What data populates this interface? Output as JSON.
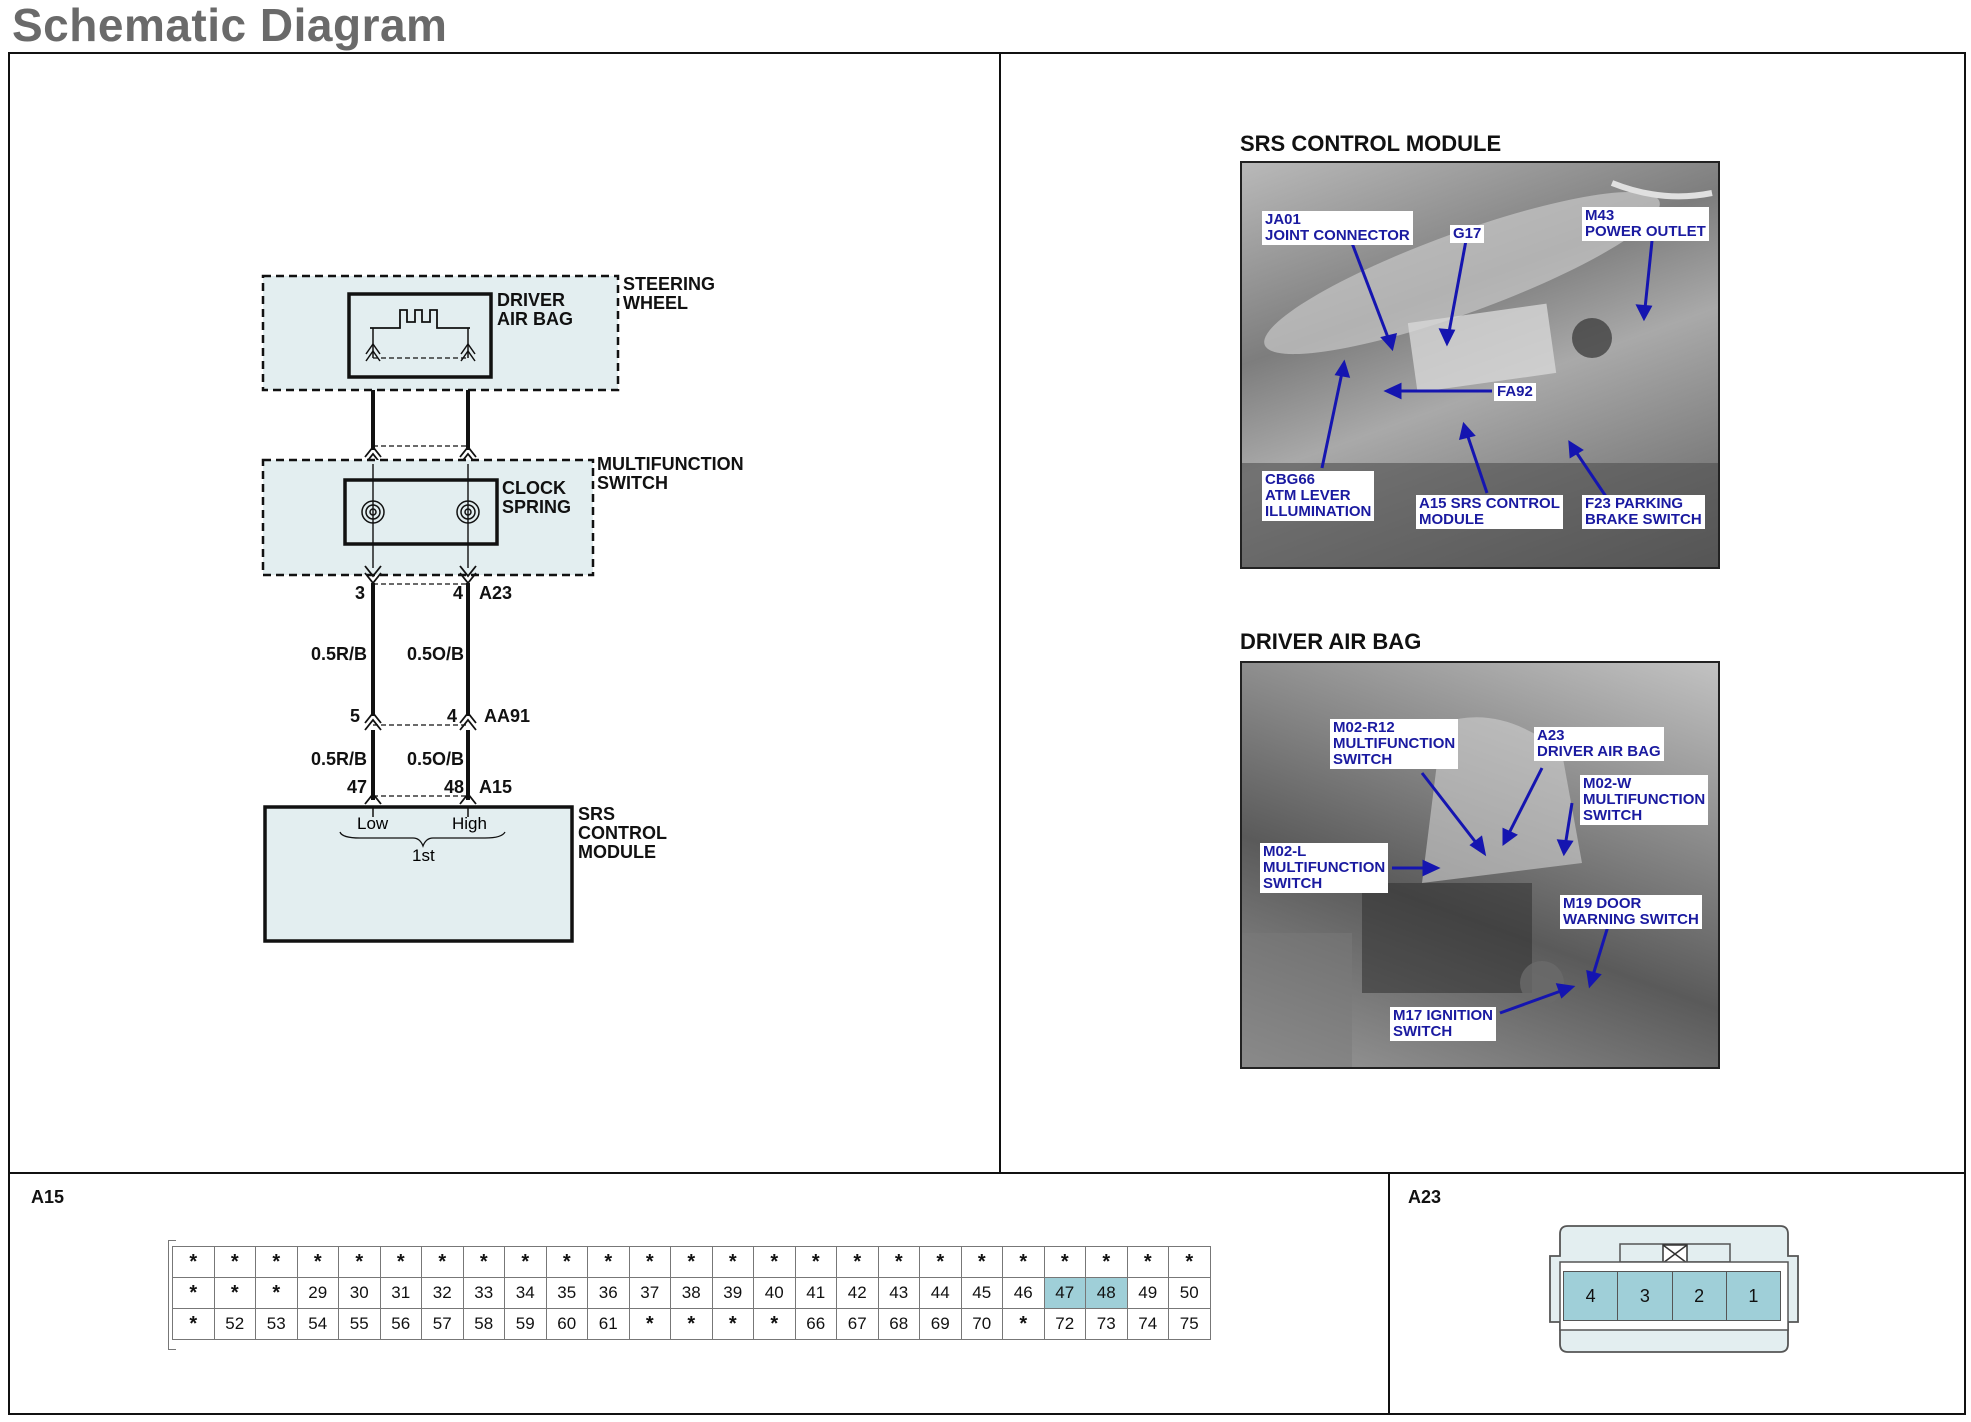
{
  "page_title": "Schematic Diagram",
  "schematic": {
    "steering_wheel_label": "STEERING\nWHEEL",
    "driver_air_bag_label": "DRIVER\nAIR BAG",
    "multifunction_switch_label": "MULTIFUNCTION\nSWITCH",
    "clock_spring_label": "CLOCK\nSPRING",
    "pin_a23_left": "3",
    "pin_a23_right": "4",
    "connector_a23": "A23",
    "wire_left_upper": "0.5R/B",
    "wire_right_upper": "0.5O/B",
    "pin_aa91_left": "5",
    "pin_aa91_right": "4",
    "connector_aa91": "AA91",
    "wire_left_lower": "0.5R/B",
    "wire_right_lower": "0.5O/B",
    "pin_a15_left": "47",
    "pin_a15_right": "48",
    "connector_a15": "A15",
    "srs_module_label": "SRS\nCONTROL\nMODULE",
    "low_label": "Low",
    "high_label": "High",
    "first_label": "1st"
  },
  "photos": {
    "srs": {
      "title": "SRS CONTROL MODULE",
      "callouts": [
        "JA01\nJOINT CONNECTOR",
        "G17",
        "M43\nPOWER OUTLET",
        "FA92",
        "CBG66\nATM LEVER\nILLUMINATION",
        "A15 SRS CONTROL\nMODULE",
        "F23 PARKING\nBRAKE SWITCH"
      ]
    },
    "airbag": {
      "title": "DRIVER AIR BAG",
      "callouts": [
        "M02-R12\nMULTIFUNCTION\nSWITCH",
        "A23\nDRIVER AIR BAG",
        "M02-W\nMULTIFUNCTION\nSWITCH",
        "M02-L\nMULTIFUNCTION\nSWITCH",
        "M19 DOOR\nWARNING SWITCH",
        "M17 IGNITION\nSWITCH"
      ]
    }
  },
  "connector_a15": {
    "label": "A15",
    "rows": [
      [
        "*",
        "*",
        "*",
        "*",
        "*",
        "*",
        "*",
        "*",
        "*",
        "*",
        "*",
        "*",
        "*",
        "*",
        "*",
        "*",
        "*",
        "*",
        "*",
        "*",
        "*",
        "*",
        "*",
        "*",
        "*"
      ],
      [
        "*",
        "*",
        "*",
        "29",
        "30",
        "31",
        "32",
        "33",
        "34",
        "35",
        "36",
        "37",
        "38",
        "39",
        "40",
        "41",
        "42",
        "43",
        "44",
        "45",
        "46",
        "47",
        "48",
        "49",
        "50"
      ],
      [
        "*",
        "52",
        "53",
        "54",
        "55",
        "56",
        "57",
        "58",
        "59",
        "60",
        "61",
        "*",
        "*",
        "*",
        "*",
        "66",
        "67",
        "68",
        "69",
        "70",
        "*",
        "72",
        "73",
        "74",
        "75"
      ]
    ],
    "highlighted": [
      "47",
      "48"
    ]
  },
  "connector_a23": {
    "label": "A23",
    "pins": [
      "4",
      "3",
      "2",
      "1"
    ]
  },
  "colors": {
    "component_fill": "#e3eef0",
    "pin_highlight": "#9fcfd8",
    "callout_text": "#1a1aa0",
    "arrow": "#1515b0"
  }
}
